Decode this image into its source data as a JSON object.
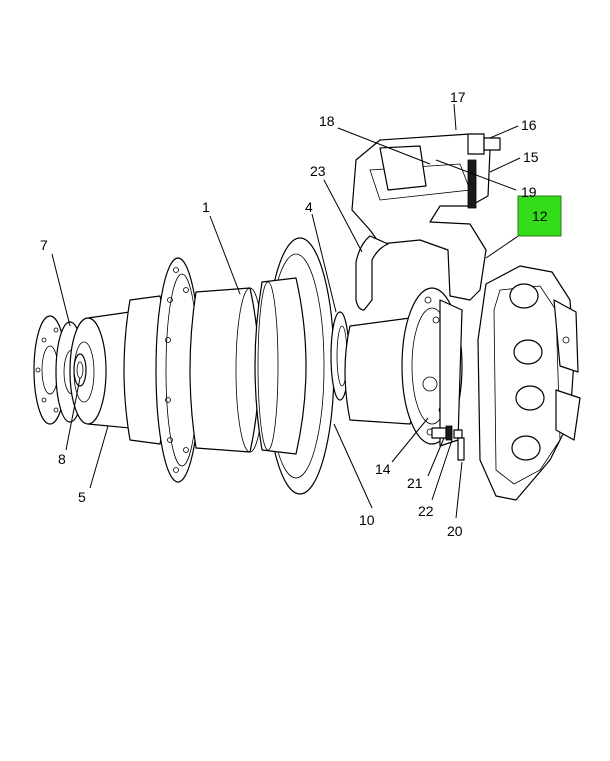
{
  "colors": {
    "highlight": "#33dd1a",
    "line": "#000000",
    "background": "#ffffff"
  },
  "callouts": {
    "c1": "1",
    "c4": "4",
    "c5": "5",
    "c7": "7",
    "c8": "8",
    "c10": "10",
    "c12": "12",
    "c14": "14",
    "c15": "15",
    "c16": "16",
    "c17": "17",
    "c18": "18",
    "c19": "19",
    "c20": "20",
    "c21": "21",
    "c22": "22",
    "c23": "23"
  },
  "highlighted_callout": "12"
}
